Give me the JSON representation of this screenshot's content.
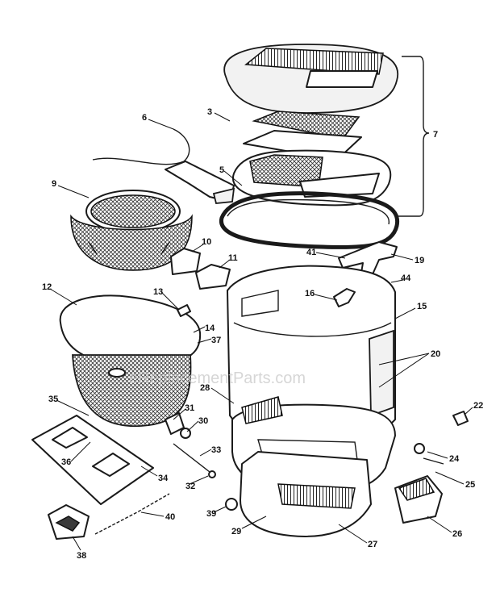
{
  "watermark": "eReplacementParts.com",
  "callouts": [
    {
      "label": "3"
    },
    {
      "label": "7"
    },
    {
      "label": "5"
    },
    {
      "label": "6"
    },
    {
      "label": "9"
    },
    {
      "label": "10"
    },
    {
      "label": "11"
    },
    {
      "label": "19"
    },
    {
      "label": "41"
    },
    {
      "label": "44"
    },
    {
      "label": "12"
    },
    {
      "label": "13"
    },
    {
      "label": "16"
    },
    {
      "label": "15"
    },
    {
      "label": "14"
    },
    {
      "label": "37"
    },
    {
      "label": "20"
    },
    {
      "label": "28"
    },
    {
      "label": "31"
    },
    {
      "label": "30"
    },
    {
      "label": "22"
    },
    {
      "label": "35"
    },
    {
      "label": "36"
    },
    {
      "label": "33"
    },
    {
      "label": "24"
    },
    {
      "label": "34"
    },
    {
      "label": "32"
    },
    {
      "label": "25"
    },
    {
      "label": "39"
    },
    {
      "label": "29"
    },
    {
      "label": "40"
    },
    {
      "label": "26"
    },
    {
      "label": "38"
    },
    {
      "label": "27"
    }
  ]
}
